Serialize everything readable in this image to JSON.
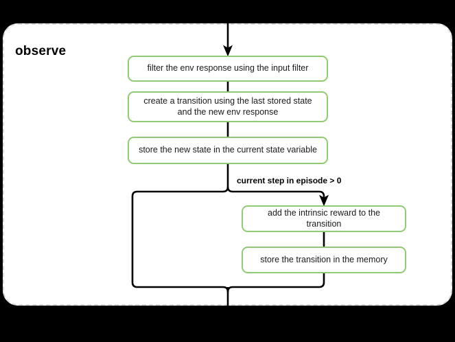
{
  "diagram": {
    "type": "flowchart",
    "group": {
      "title": "observe",
      "border_style": "dashed",
      "border_color": "#d8d8d8",
      "background": "#ffffff"
    },
    "node_accent_color": "#8fcb72",
    "edge_color": "#000000",
    "canvas_background": "#000000",
    "nodes": [
      {
        "id": "filter",
        "label": "filter the env response using the input filter"
      },
      {
        "id": "transition",
        "label": "create a transition using the last stored state and the new env response"
      },
      {
        "id": "store_state",
        "label": "store the new state in the current state variable"
      },
      {
        "id": "intrinsic",
        "label": "add the intrinsic reward to the transition"
      },
      {
        "id": "store_mem",
        "label": "store the transition in the memory"
      }
    ],
    "edges": [
      {
        "from": "entry",
        "to": "filter",
        "label": ""
      },
      {
        "from": "filter",
        "to": "transition",
        "label": ""
      },
      {
        "from": "transition",
        "to": "store_state",
        "label": ""
      },
      {
        "from": "store_state",
        "to": "intrinsic",
        "label": "current step in episode > 0"
      },
      {
        "from": "intrinsic",
        "to": "store_mem",
        "label": ""
      },
      {
        "from": "store_mem",
        "to": "exit",
        "label": ""
      },
      {
        "from": "store_state",
        "to": "exit",
        "label": ""
      }
    ],
    "condition_label": "current step in episode > 0"
  }
}
